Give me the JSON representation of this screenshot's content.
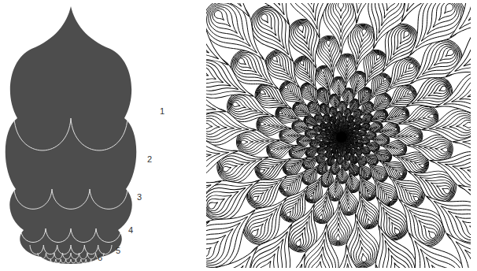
{
  "diagram": {
    "labels": [
      "1",
      "2",
      "3",
      "4",
      "5",
      "6"
    ]
  }
}
